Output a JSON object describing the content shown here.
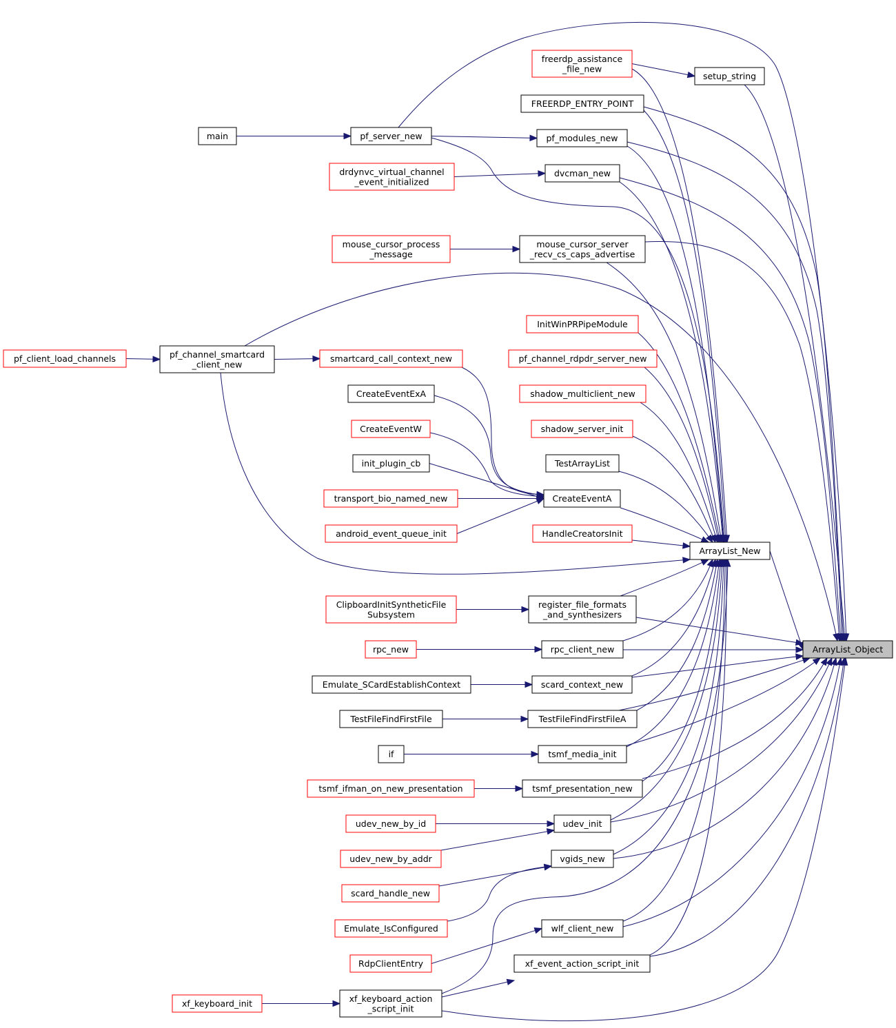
{
  "colors": {
    "edge": "#191970",
    "border_default": "#000000",
    "border_truncated": "#ff0000",
    "root_fill": "#bfbfbf"
  },
  "nodes": [
    {
      "id": "arraylist_object",
      "label": [
        "ArrayList_Object"
      ],
      "border": "black",
      "root": true
    },
    {
      "id": "arraylist_new",
      "label": [
        "ArrayList_New"
      ],
      "border": "black"
    },
    {
      "id": "setup_string",
      "label": [
        "setup_string"
      ],
      "border": "black"
    },
    {
      "id": "freerdp_assistance_file_new",
      "label": [
        "freerdp_assistance",
        "_file_new"
      ],
      "border": "red"
    },
    {
      "id": "freerdp_entry_point",
      "label": [
        "FREERDP_ENTRY_POINT"
      ],
      "border": "black"
    },
    {
      "id": "main",
      "label": [
        "main"
      ],
      "border": "black"
    },
    {
      "id": "pf_server_new",
      "label": [
        "pf_server_new"
      ],
      "border": "black"
    },
    {
      "id": "pf_modules_new",
      "label": [
        "pf_modules_new"
      ],
      "border": "black"
    },
    {
      "id": "drdynvc_virtual_channel_event_initialized",
      "label": [
        "drdynvc_virtual_channel",
        "_event_initialized"
      ],
      "border": "red"
    },
    {
      "id": "dvcman_new",
      "label": [
        "dvcman_new"
      ],
      "border": "black"
    },
    {
      "id": "mouse_cursor_process_message",
      "label": [
        "mouse_cursor_process",
        "_message"
      ],
      "border": "red"
    },
    {
      "id": "mouse_cursor_server_recv_cs_caps_advertise",
      "label": [
        "mouse_cursor_server",
        "_recv_cs_caps_advertise"
      ],
      "border": "black"
    },
    {
      "id": "initwinprpipemodule",
      "label": [
        "InitWinPRPipeModule"
      ],
      "border": "red"
    },
    {
      "id": "pf_client_load_channels",
      "label": [
        "pf_client_load_channels"
      ],
      "border": "red"
    },
    {
      "id": "pf_channel_smartcard_client_new",
      "label": [
        "pf_channel_smartcard",
        "_client_new"
      ],
      "border": "black"
    },
    {
      "id": "smartcard_call_context_new",
      "label": [
        "smartcard_call_context_new"
      ],
      "border": "red"
    },
    {
      "id": "pf_channel_rdpdr_server_new",
      "label": [
        "pf_channel_rdpdr_server_new"
      ],
      "border": "red"
    },
    {
      "id": "createeventexa",
      "label": [
        "CreateEventExA"
      ],
      "border": "black"
    },
    {
      "id": "shadow_multiclient_new",
      "label": [
        "shadow_multiclient_new"
      ],
      "border": "red"
    },
    {
      "id": "createeventw",
      "label": [
        "CreateEventW"
      ],
      "border": "red"
    },
    {
      "id": "shadow_server_init",
      "label": [
        "shadow_server_init"
      ],
      "border": "red"
    },
    {
      "id": "init_plugin_cb",
      "label": [
        "init_plugin_cb"
      ],
      "border": "black"
    },
    {
      "id": "testarraylist",
      "label": [
        "TestArrayList"
      ],
      "border": "black"
    },
    {
      "id": "transport_bio_named_new",
      "label": [
        "transport_bio_named_new"
      ],
      "border": "red"
    },
    {
      "id": "createeventa",
      "label": [
        "CreateEventA"
      ],
      "border": "black"
    },
    {
      "id": "android_event_queue_init",
      "label": [
        "android_event_queue_init"
      ],
      "border": "red"
    },
    {
      "id": "handlecreatorsinit",
      "label": [
        "HandleCreatorsInit"
      ],
      "border": "red"
    },
    {
      "id": "clipboardinitsyntheticfilesubsystem",
      "label": [
        "ClipboardInitSyntheticFile",
        "Subsystem"
      ],
      "border": "red"
    },
    {
      "id": "register_file_formats_and_synthesizers",
      "label": [
        "register_file_formats",
        "_and_synthesizers"
      ],
      "border": "black"
    },
    {
      "id": "rpc_new",
      "label": [
        "rpc_new"
      ],
      "border": "red"
    },
    {
      "id": "rpc_client_new",
      "label": [
        "rpc_client_new"
      ],
      "border": "black"
    },
    {
      "id": "emulate_scardestablishcontext",
      "label": [
        "Emulate_SCardEstablishContext"
      ],
      "border": "black"
    },
    {
      "id": "scard_context_new",
      "label": [
        "scard_context_new"
      ],
      "border": "black"
    },
    {
      "id": "testfilefindfirstfile",
      "label": [
        "TestFileFindFirstFile"
      ],
      "border": "black"
    },
    {
      "id": "testfilefindfirstfilea",
      "label": [
        "TestFileFindFirstFileA"
      ],
      "border": "black"
    },
    {
      "id": "if",
      "label": [
        "if"
      ],
      "border": "black"
    },
    {
      "id": "tsmf_media_init",
      "label": [
        "tsmf_media_init"
      ],
      "border": "black"
    },
    {
      "id": "tsmf_ifman_on_new_presentation",
      "label": [
        "tsmf_ifman_on_new_presentation"
      ],
      "border": "red"
    },
    {
      "id": "tsmf_presentation_new",
      "label": [
        "tsmf_presentation_new"
      ],
      "border": "black"
    },
    {
      "id": "udev_new_by_id",
      "label": [
        "udev_new_by_id"
      ],
      "border": "red"
    },
    {
      "id": "udev_init",
      "label": [
        "udev_init"
      ],
      "border": "black"
    },
    {
      "id": "udev_new_by_addr",
      "label": [
        "udev_new_by_addr"
      ],
      "border": "red"
    },
    {
      "id": "vgids_new",
      "label": [
        "vgids_new"
      ],
      "border": "black"
    },
    {
      "id": "scard_handle_new",
      "label": [
        "scard_handle_new"
      ],
      "border": "red"
    },
    {
      "id": "emulate_isconfigured",
      "label": [
        "Emulate_IsConfigured"
      ],
      "border": "red"
    },
    {
      "id": "wlf_client_new",
      "label": [
        "wlf_client_new"
      ],
      "border": "black"
    },
    {
      "id": "rdpcliententry",
      "label": [
        "RdpClientEntry"
      ],
      "border": "red"
    },
    {
      "id": "xf_event_action_script_init",
      "label": [
        "xf_event_action_script_init"
      ],
      "border": "black"
    },
    {
      "id": "xf_keyboard_init",
      "label": [
        "xf_keyboard_init"
      ],
      "border": "red"
    },
    {
      "id": "xf_keyboard_action_script_init",
      "label": [
        "xf_keyboard_action",
        "_script_init"
      ],
      "border": "black"
    }
  ],
  "edges": [
    [
      "arraylist_new",
      "arraylist_object"
    ],
    [
      "setup_string",
      "arraylist_object"
    ],
    [
      "freerdp_entry_point",
      "arraylist_object"
    ],
    [
      "pf_server_new",
      "arraylist_object"
    ],
    [
      "pf_modules_new",
      "arraylist_object"
    ],
    [
      "dvcman_new",
      "arraylist_object"
    ],
    [
      "mouse_cursor_server_recv_cs_caps_advertise",
      "arraylist_object"
    ],
    [
      "pf_channel_smartcard_client_new",
      "arraylist_object"
    ],
    [
      "register_file_formats_and_synthesizers",
      "arraylist_object"
    ],
    [
      "rpc_client_new",
      "arraylist_object"
    ],
    [
      "scard_context_new",
      "arraylist_object"
    ],
    [
      "testfilefindfirstfilea",
      "arraylist_object"
    ],
    [
      "tsmf_media_init",
      "arraylist_object"
    ],
    [
      "tsmf_presentation_new",
      "arraylist_object"
    ],
    [
      "udev_init",
      "arraylist_object"
    ],
    [
      "vgids_new",
      "arraylist_object"
    ],
    [
      "wlf_client_new",
      "arraylist_object"
    ],
    [
      "xf_event_action_script_init",
      "arraylist_object"
    ],
    [
      "xf_keyboard_action_script_init",
      "arraylist_object"
    ],
    [
      "freerdp_assistance_file_new",
      "setup_string"
    ],
    [
      "freerdp_assistance_file_new",
      "arraylist_new"
    ],
    [
      "freerdp_entry_point",
      "arraylist_new"
    ],
    [
      "pf_server_new",
      "arraylist_new"
    ],
    [
      "pf_modules_new",
      "arraylist_new"
    ],
    [
      "dvcman_new",
      "arraylist_new"
    ],
    [
      "mouse_cursor_server_recv_cs_caps_advertise",
      "arraylist_new"
    ],
    [
      "initwinprpipemodule",
      "arraylist_new"
    ],
    [
      "pf_channel_smartcard_client_new",
      "arraylist_new"
    ],
    [
      "pf_channel_rdpdr_server_new",
      "arraylist_new"
    ],
    [
      "shadow_multiclient_new",
      "arraylist_new"
    ],
    [
      "shadow_server_init",
      "arraylist_new"
    ],
    [
      "testarraylist",
      "arraylist_new"
    ],
    [
      "createeventa",
      "arraylist_new"
    ],
    [
      "handlecreatorsinit",
      "arraylist_new"
    ],
    [
      "register_file_formats_and_synthesizers",
      "arraylist_new"
    ],
    [
      "rpc_client_new",
      "arraylist_new"
    ],
    [
      "scard_context_new",
      "arraylist_new"
    ],
    [
      "testfilefindfirstfilea",
      "arraylist_new"
    ],
    [
      "tsmf_media_init",
      "arraylist_new"
    ],
    [
      "tsmf_presentation_new",
      "arraylist_new"
    ],
    [
      "udev_init",
      "arraylist_new"
    ],
    [
      "vgids_new",
      "arraylist_new"
    ],
    [
      "wlf_client_new",
      "arraylist_new"
    ],
    [
      "xf_event_action_script_init",
      "arraylist_new"
    ],
    [
      "xf_keyboard_action_script_init",
      "arraylist_new"
    ],
    [
      "main",
      "pf_server_new"
    ],
    [
      "pf_server_new",
      "pf_modules_new"
    ],
    [
      "drdynvc_virtual_channel_event_initialized",
      "dvcman_new"
    ],
    [
      "mouse_cursor_process_message",
      "mouse_cursor_server_recv_cs_caps_advertise"
    ],
    [
      "pf_client_load_channels",
      "pf_channel_smartcard_client_new"
    ],
    [
      "pf_channel_smartcard_client_new",
      "smartcard_call_context_new"
    ],
    [
      "smartcard_call_context_new",
      "createeventa"
    ],
    [
      "createeventexa",
      "createeventa"
    ],
    [
      "createeventw",
      "createeventa"
    ],
    [
      "init_plugin_cb",
      "createeventa"
    ],
    [
      "transport_bio_named_new",
      "createeventa"
    ],
    [
      "android_event_queue_init",
      "createeventa"
    ],
    [
      "clipboardinitsyntheticfilesubsystem",
      "register_file_formats_and_synthesizers"
    ],
    [
      "rpc_new",
      "rpc_client_new"
    ],
    [
      "emulate_scardestablishcontext",
      "scard_context_new"
    ],
    [
      "testfilefindfirstfile",
      "testfilefindfirstfilea"
    ],
    [
      "if",
      "tsmf_media_init"
    ],
    [
      "tsmf_ifman_on_new_presentation",
      "tsmf_presentation_new"
    ],
    [
      "udev_new_by_id",
      "udev_init"
    ],
    [
      "udev_new_by_addr",
      "udev_init"
    ],
    [
      "scard_handle_new",
      "vgids_new"
    ],
    [
      "emulate_isconfigured",
      "vgids_new"
    ],
    [
      "rdpcliententry",
      "wlf_client_new"
    ],
    [
      "xf_keyboard_action_script_init",
      "xf_event_action_script_init"
    ],
    [
      "xf_keyboard_init",
      "xf_keyboard_action_script_init"
    ]
  ]
}
